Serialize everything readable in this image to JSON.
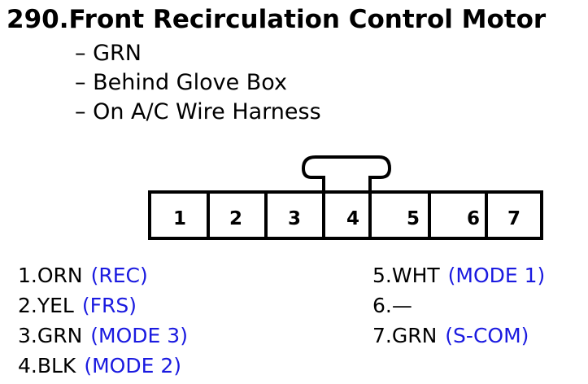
{
  "title": "290.Front Recirculation Control Motor",
  "notes": [
    "– GRN",
    "– Behind Glove Box",
    "– On A/C Wire Harness"
  ],
  "connector": {
    "pins": [
      "1",
      "2",
      "3",
      "4",
      "5",
      "6",
      "7"
    ]
  },
  "pinout": {
    "left": [
      {
        "pin": "1.ORN",
        "func": "(REC)"
      },
      {
        "pin": "2.YEL",
        "func": "(FRS)"
      },
      {
        "pin": "3.GRN",
        "func": "(MODE 3)"
      },
      {
        "pin": "4.BLK",
        "func": "(MODE 2)"
      }
    ],
    "right": [
      {
        "pin": "5.WHT",
        "func": "(MODE 1)"
      },
      {
        "pin": "6.—",
        "func": ""
      },
      {
        "pin": "7.GRN",
        "func": "(S-COM)"
      }
    ]
  },
  "colors": {
    "function_text": "#1a1ae0",
    "line": "#000000"
  }
}
